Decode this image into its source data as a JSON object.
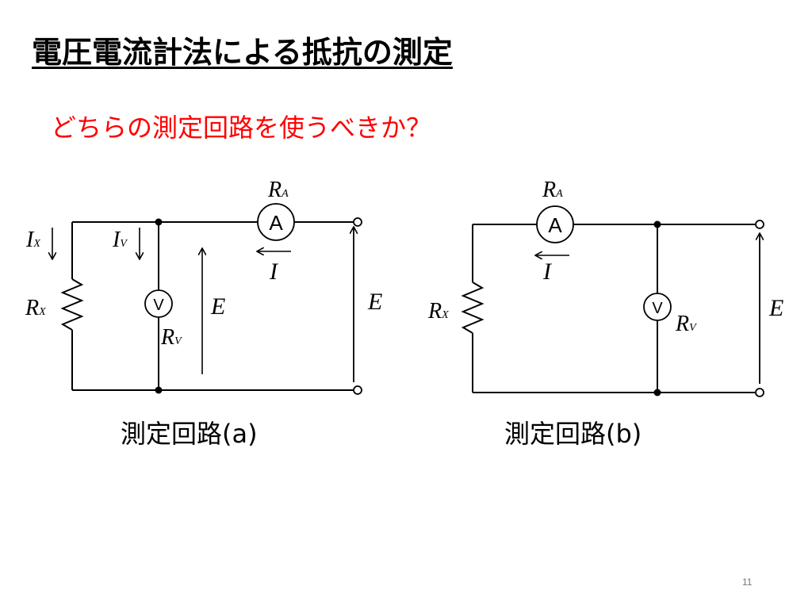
{
  "slide": {
    "title": "電圧電流計法による抵抗の測定",
    "subtitle": "どちらの測定回路を使うべきか？",
    "page_number": "11"
  },
  "colors": {
    "title": "#000000",
    "subtitle": "#ff0000",
    "wire": "#000000"
  },
  "circuit_a": {
    "caption": "測定回路(a)",
    "ammeter_symbol": "A",
    "voltmeter_symbol": "V",
    "labels": {
      "ra_main": "R",
      "ra_sub": "A",
      "i": "I",
      "ix_main": "I",
      "ix_sub": "X",
      "iv_main": "I",
      "iv_sub": "V",
      "rx_main": "R",
      "rx_sub": "X",
      "rv_main": "R",
      "rv_sub": "V",
      "e_inner": "E",
      "e_outer": "E"
    }
  },
  "circuit_b": {
    "caption": "測定回路(b)",
    "ammeter_symbol": "A",
    "voltmeter_symbol": "V",
    "labels": {
      "ra_main": "R",
      "ra_sub": "A",
      "i": "I",
      "rx_main": "R",
      "rx_sub": "X",
      "rv_main": "R",
      "rv_sub": "V",
      "e": "E"
    }
  }
}
